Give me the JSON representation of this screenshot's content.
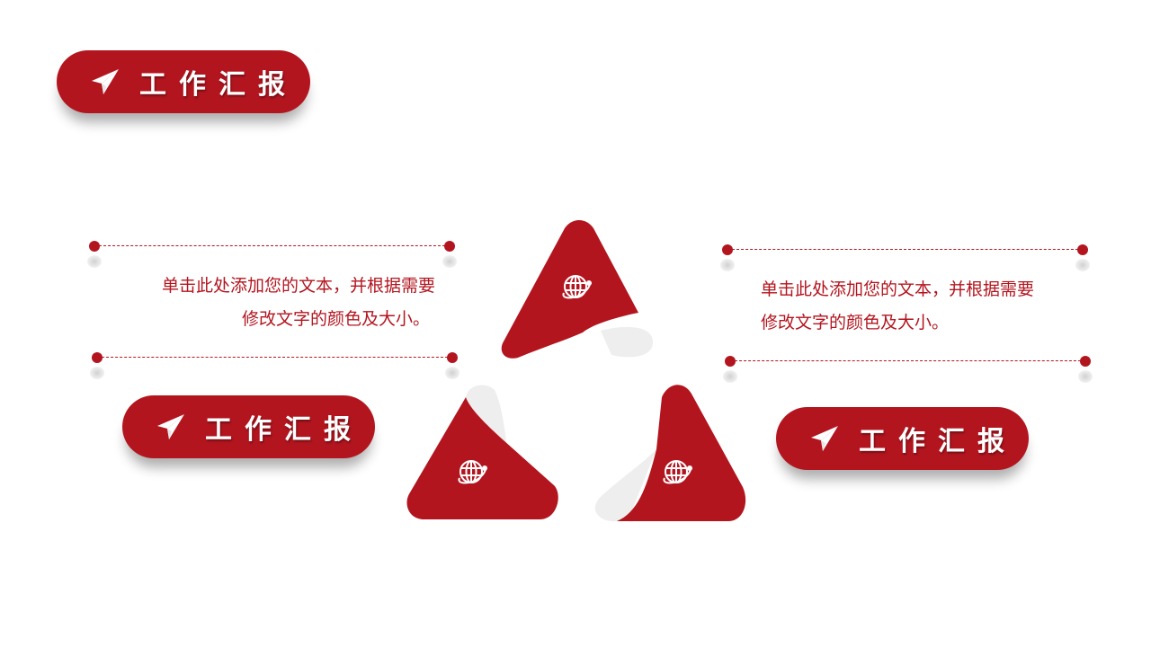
{
  "theme": {
    "accent": "#b3151f",
    "fold": "#eeeeee",
    "background": "#ffffff"
  },
  "badges": [
    {
      "label": "工作汇报",
      "icon": "paper-plane-icon"
    },
    {
      "label": "工作汇报",
      "icon": "paper-plane-icon"
    },
    {
      "label": "工作汇报",
      "icon": "paper-plane-icon"
    }
  ],
  "text_blocks": [
    {
      "line1": "单击此处添加您的文本，并根据需要",
      "line2": "修改文字的颜色及大小。"
    },
    {
      "line1": "单击此处添加您的文本，并根据需要",
      "line2": "修改文字的颜色及大小。"
    }
  ],
  "triangles": [
    {
      "icon": "globe-icon"
    },
    {
      "icon": "globe-icon"
    },
    {
      "icon": "globe-icon"
    }
  ]
}
